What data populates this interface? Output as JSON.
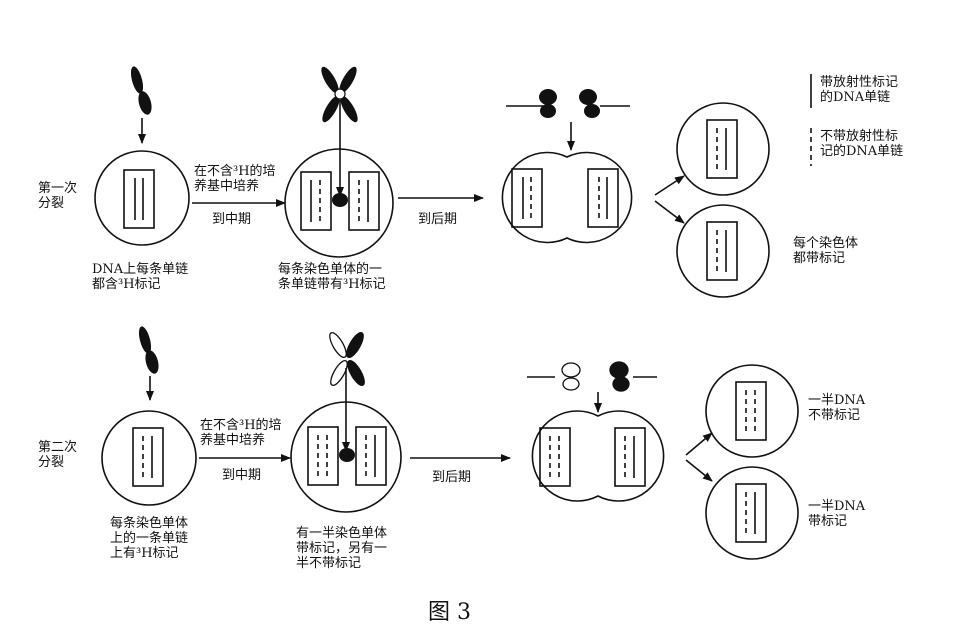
{
  "legend": {
    "solid_label": "带放射性标记\n的DNA单链",
    "dashed_label": "不带放射性标\n记的DNA单链"
  },
  "division1": {
    "label": "第一次\n分裂",
    "cell1_caption": "DNA上每条单链\n都含³H标记",
    "arrow1_top": "在不含³H的培\n养基中培养",
    "arrow1_bottom": "到中期",
    "cell2_caption": "每条染色单体的一\n条单链带有³H标记",
    "arrow2": "到后期",
    "daughters_caption": "每个染色体\n都带标记"
  },
  "division2": {
    "label": "第二次\n分裂",
    "cell1_caption": "每条染色单体\n上的一条单链\n上有³H标记",
    "arrow1_top": "在不含³H的培\n养基中培养",
    "arrow1_bottom": "到中期",
    "cell2_caption": "有一半染色单体\n带标记，另有一\n半不带标记",
    "arrow2": "到后期",
    "daughter_top_caption": "一半DNA\n不带标记",
    "daughter_bottom_caption": "一半DNA\n带标记"
  },
  "figure_caption": "图 3"
}
